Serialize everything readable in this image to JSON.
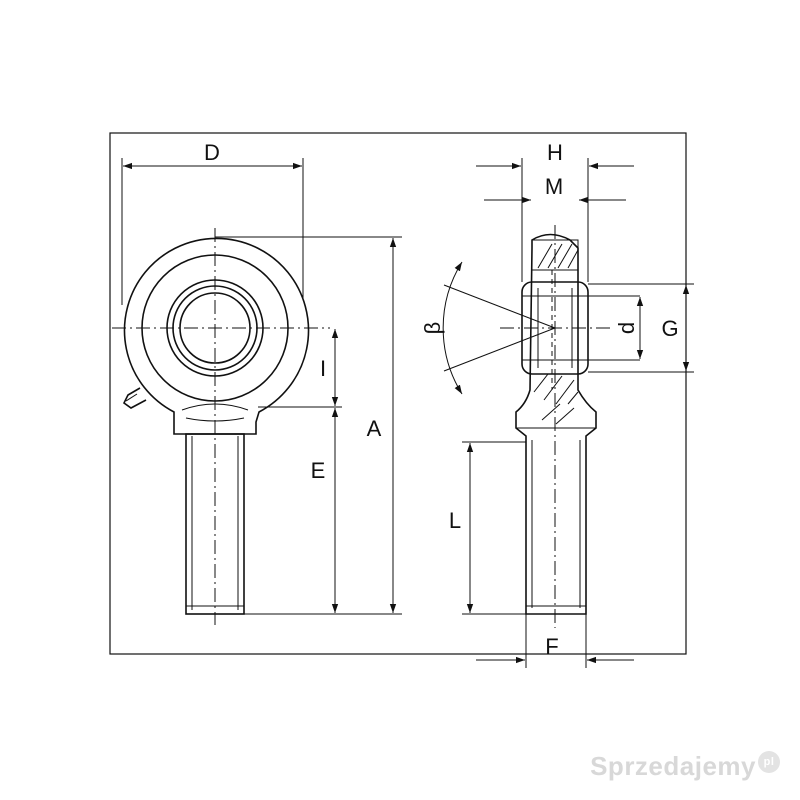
{
  "labels": {
    "D": "D",
    "H": "H",
    "M": "M",
    "beta": "β",
    "d": "d",
    "G": "G",
    "I": "I",
    "A": "A",
    "E": "E",
    "L": "L",
    "F": "F"
  },
  "watermark": {
    "text": "Sprzedajemy",
    "badge": "pl"
  },
  "colors": {
    "line": "#111111",
    "background": "#ffffff",
    "watermark": "#d8d8d8"
  }
}
